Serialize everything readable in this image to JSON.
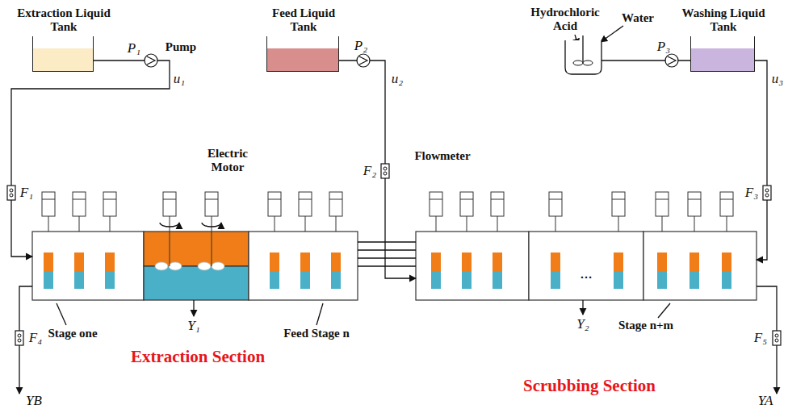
{
  "diagram": {
    "nodes": [
      {
        "text": [
          "Extraction Liquid Tank"
        ]
      },
      {
        "text": [
          "Feed Liquid Tank"
        ]
      },
      {
        "text": [
          "Washing Liquid Tank"
        ]
      },
      {
        "text": [
          "Extraction Section"
        ]
      },
      {
        "text": [
          "Scrubbing Section"
        ]
      }
    ],
    "edges": [
      {
        "from": 0,
        "to": 3,
        "arrow": "to"
      },
      {
        "from": 1,
        "to": 4,
        "arrow": "to"
      },
      {
        "from": 2,
        "to": 4,
        "arrow": "to"
      },
      {
        "from": 3,
        "to": 4,
        "arrow": "none"
      }
    ],
    "labels": [
      "P₁",
      "Pump",
      "u₁",
      "F₁",
      "F₄",
      "YB",
      "Stage one",
      "Electric Motor",
      "Y₁",
      "Feed Stage n",
      "P₂",
      "u₂",
      "F₂",
      "Flowmeter",
      "Hydrochloric Acid",
      "Water",
      "P₃",
      "u₃",
      "F₃",
      "Y₂",
      "…",
      "Stage n+m",
      "F₅",
      "YA"
    ]
  }
}
